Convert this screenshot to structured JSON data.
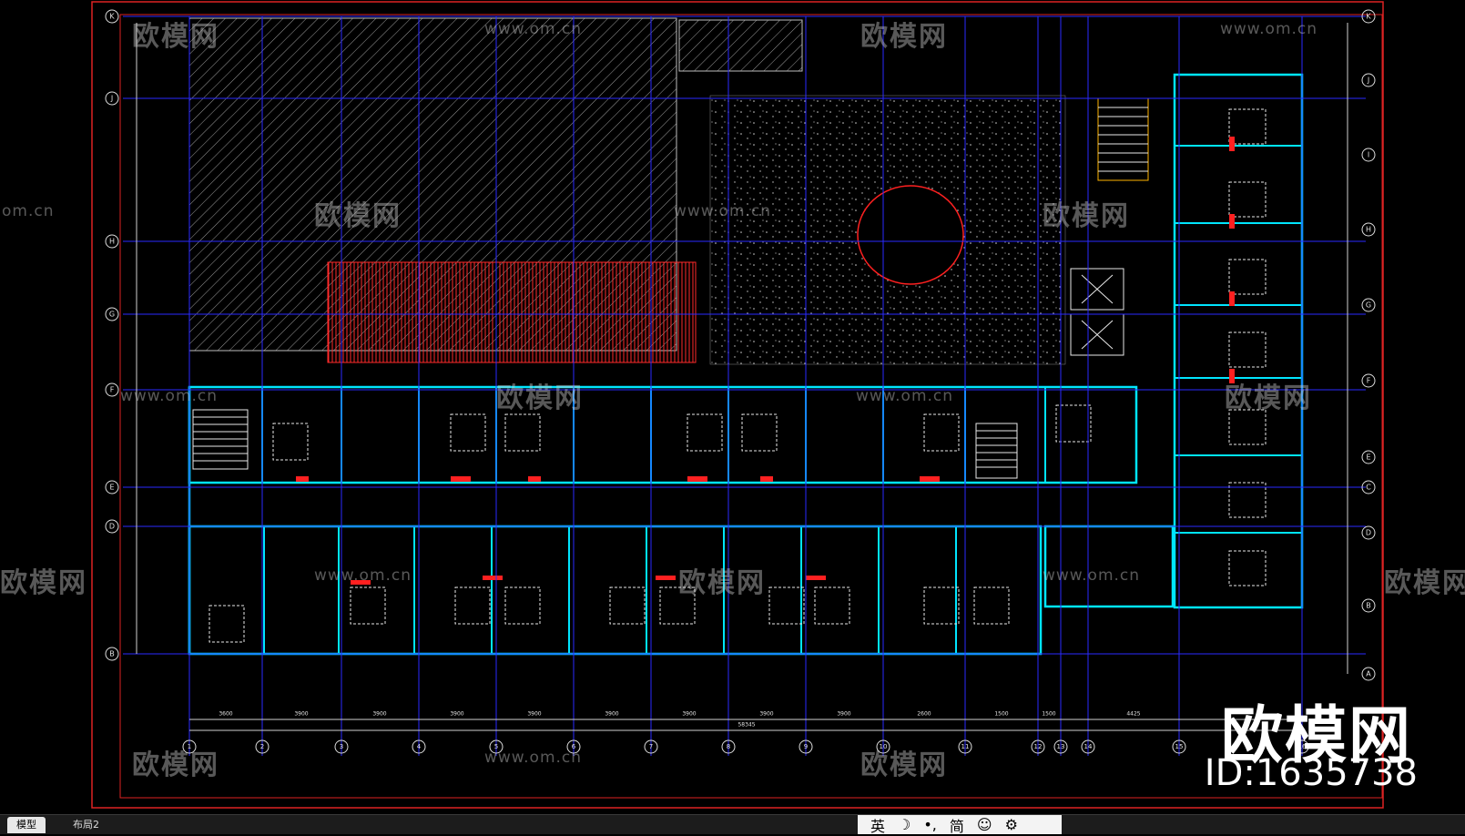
{
  "watermark": {
    "brand": "欧模网",
    "url": "www.om.cn",
    "url_partial": "om.cn",
    "logo_text": "欧模网",
    "id_text": "ID:1635738"
  },
  "grid_labels": {
    "left": [
      "K",
      "J",
      "H",
      "G",
      "F",
      "E",
      "D",
      "B"
    ],
    "right": [
      "K",
      "J",
      "I",
      "H",
      "G",
      "F",
      "E",
      "C",
      "D",
      "B",
      "A"
    ],
    "bottom": [
      "1",
      "2",
      "3",
      "4",
      "5",
      "6",
      "7",
      "8",
      "9",
      "10",
      "11",
      "12",
      "13",
      "14",
      "15",
      "16"
    ]
  },
  "dimensions": {
    "bottom_row": [
      "3600",
      "3900",
      "3900",
      "3900",
      "3900",
      "3900",
      "3900",
      "3900",
      "3900",
      "2600",
      "1500",
      "1500",
      "4425"
    ],
    "total": "58345"
  },
  "tabs": [
    {
      "label": "模型"
    },
    {
      "label": "布局2"
    }
  ],
  "ime": {
    "lang": "英",
    "moon": "☽",
    "punct": "•,",
    "mode": "简",
    "emoji": "☺",
    "settings": "⚙"
  },
  "colors": {
    "background": "#000000",
    "wall": "#00e5ff",
    "axis": "#2a2aff",
    "red": "#ff2020",
    "white": "#e8e8e8"
  }
}
